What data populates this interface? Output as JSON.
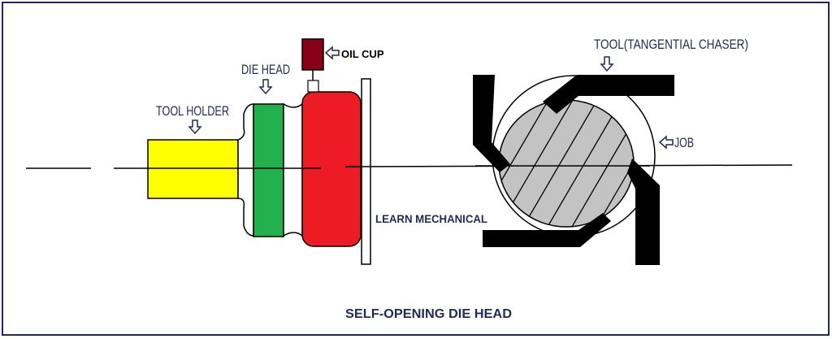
{
  "labels": {
    "tool_holder": "TOOL HOLDER",
    "die_head": "DIE HEAD",
    "oil_cup": "OIL CUP",
    "tool": "TOOL(TANGENTIAL CHASER)",
    "job": "JOB",
    "watermark": "LEARN MECHANICAL",
    "caption": "SELF-OPENING DIE HEAD"
  },
  "colors": {
    "border": "#1f2a5a",
    "tool_holder": "#ffff00",
    "die_head": "#22b14c",
    "body": "#ed1c24",
    "oil_cup": "#880015",
    "job": "#c3c3c3",
    "chaser": "#000000",
    "text": "#1f2a5a"
  }
}
